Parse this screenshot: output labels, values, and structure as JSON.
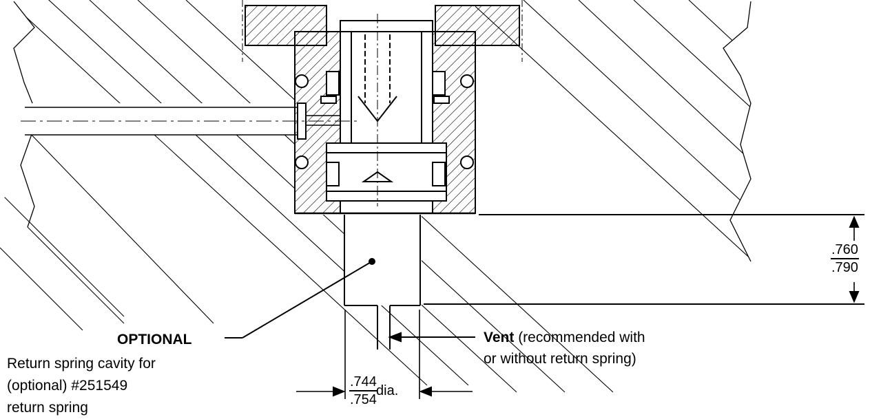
{
  "optional_callout": {
    "title": "OPTIONAL",
    "lines": [
      "Return spring cavity for",
      "(optional) #251549",
      "return spring"
    ]
  },
  "vent_callout": {
    "title": "Vent",
    "line1_rest": " (recommended with",
    "line2": "or without return spring)"
  },
  "depth_dimension": {
    "upper": ".760",
    "lower": ".790"
  },
  "diameter_dimension": {
    "upper": ".744",
    "lower": ".754",
    "suffix": "dia."
  },
  "colors": {
    "line": "#000000",
    "background": "#ffffff"
  }
}
